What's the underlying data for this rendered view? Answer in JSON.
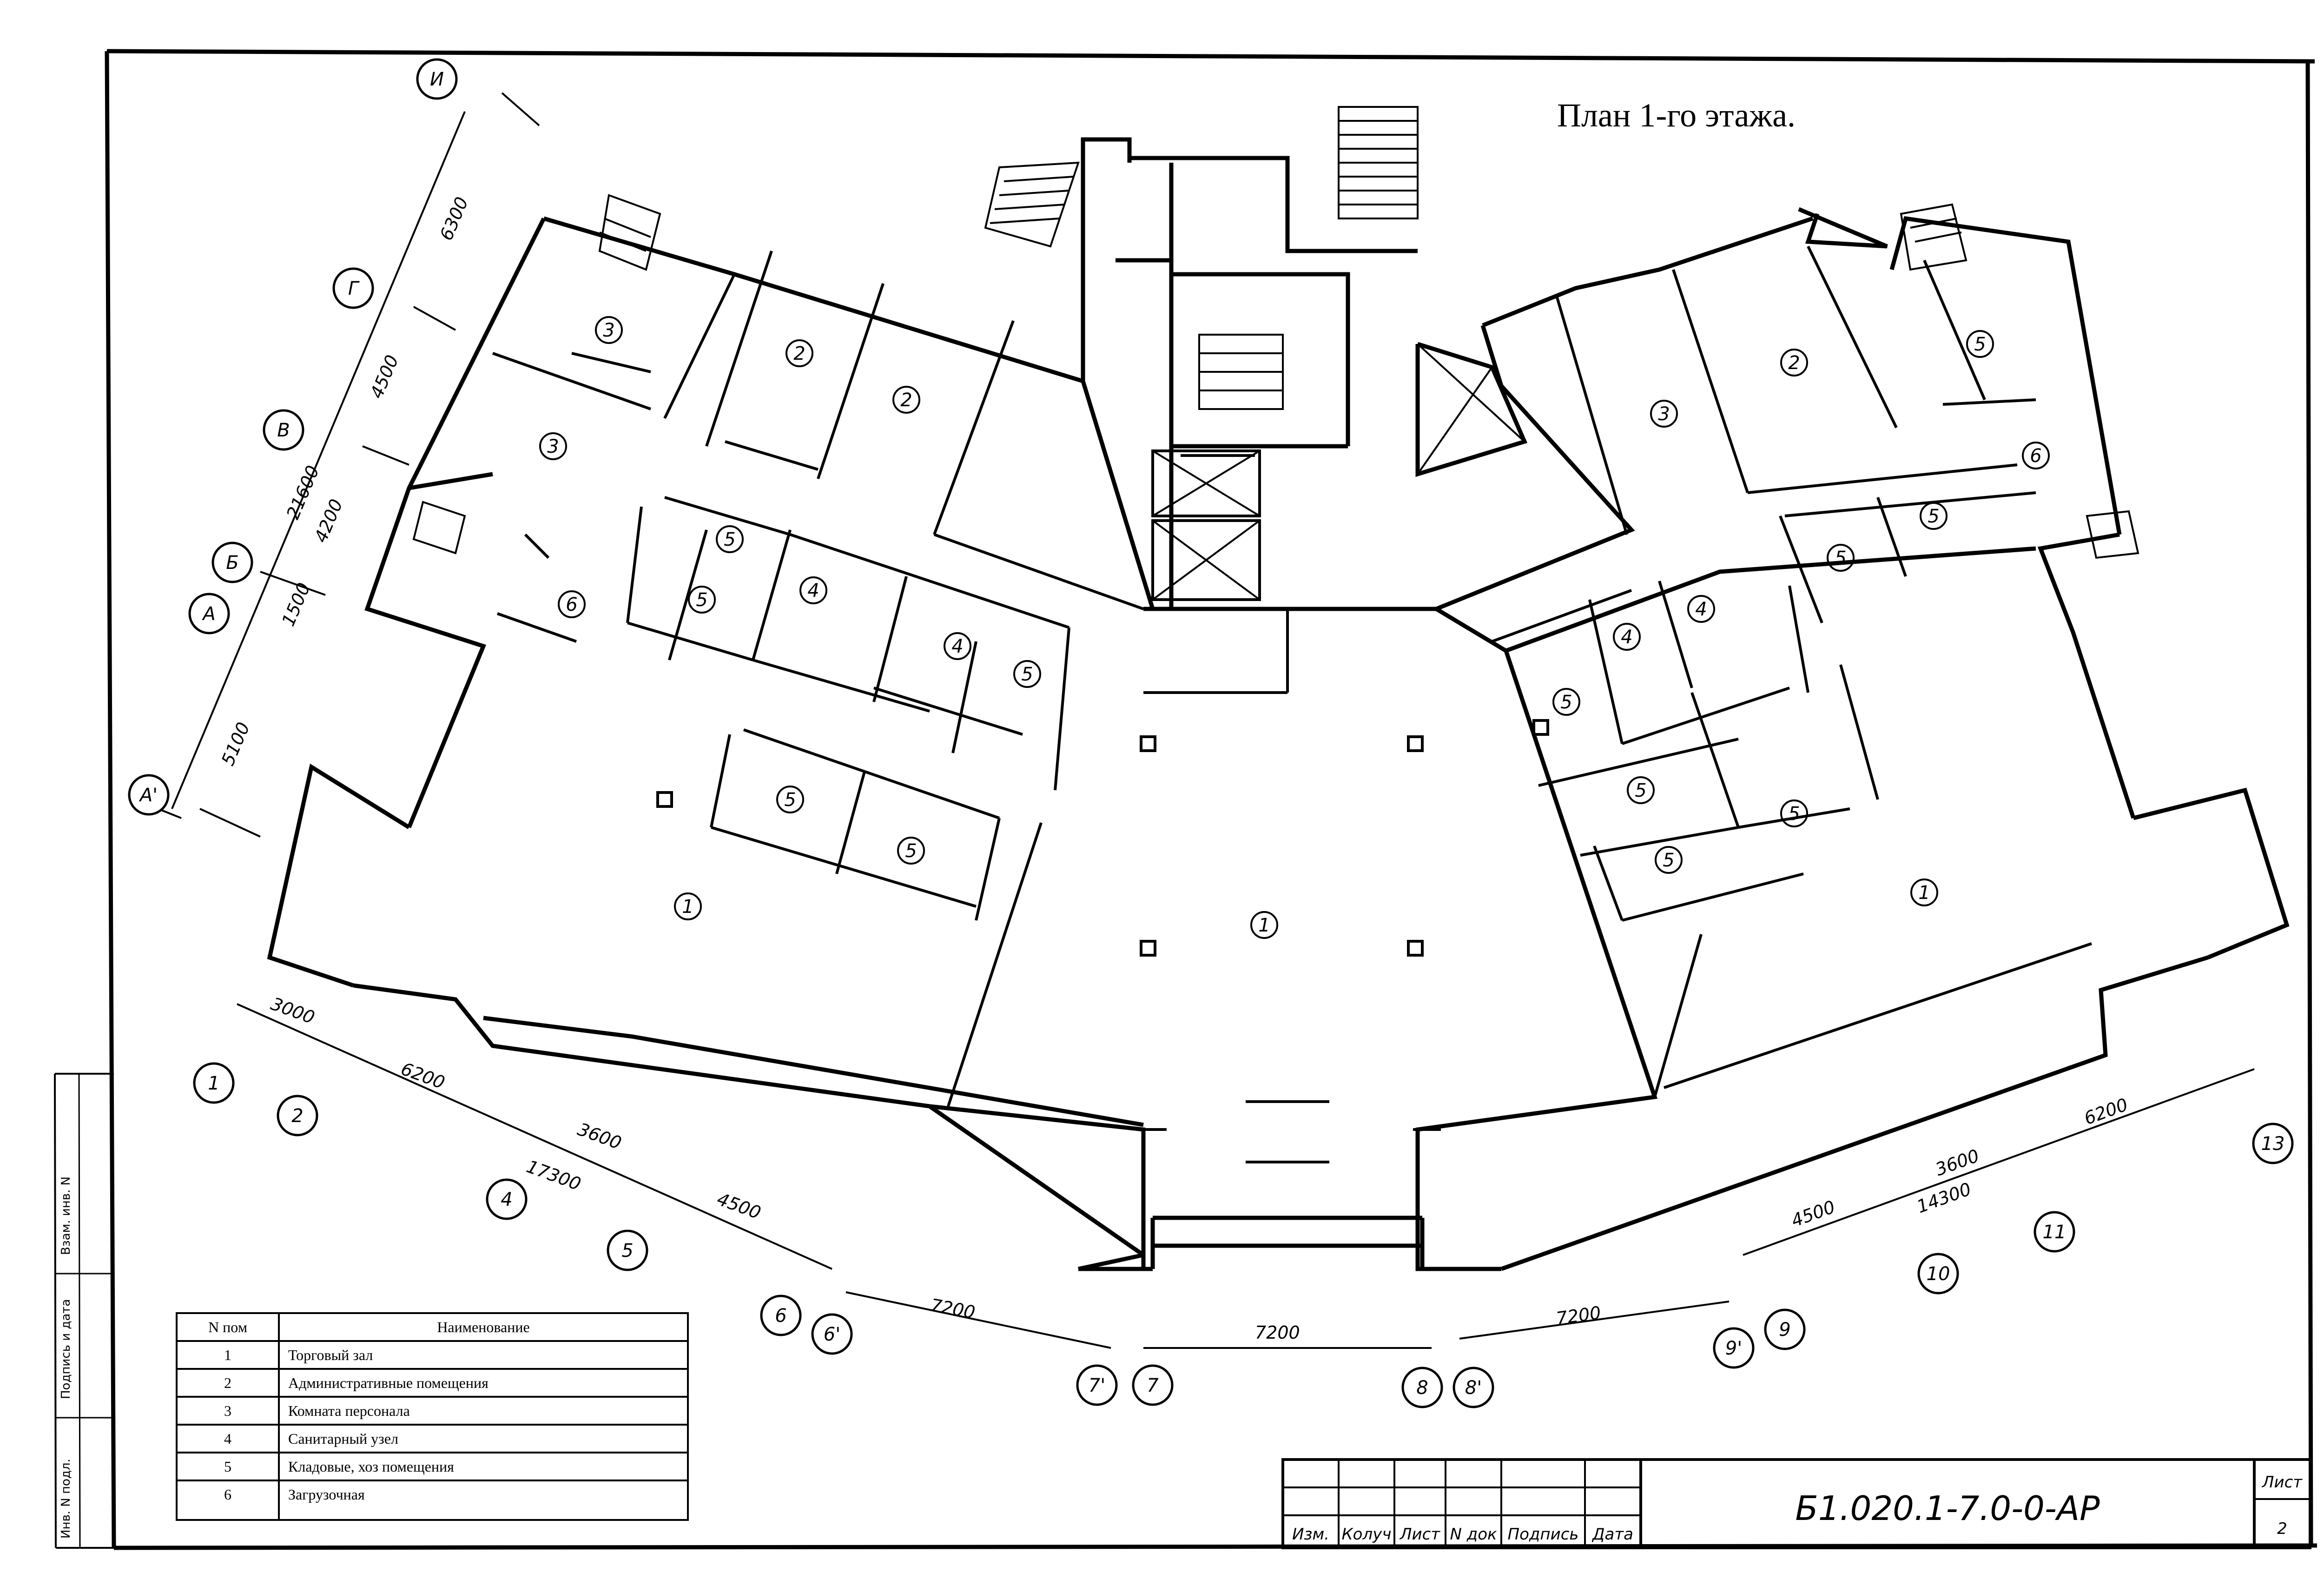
{
  "sheet": {
    "title": "План 1-го этажа.",
    "sheet_label": "Лист",
    "sheet_number": "2",
    "document_code": "Б1.020.1-7.0-0-АР",
    "stamp_headers": [
      "Изм.",
      "Колуч",
      "Лист",
      "N док",
      "Подпись",
      "Дата"
    ]
  },
  "legend": {
    "headers": [
      "N пом",
      "Наименование"
    ],
    "rows": [
      {
        "num": "1",
        "name": "Торговый зал"
      },
      {
        "num": "2",
        "name": "Административные помещения"
      },
      {
        "num": "3",
        "name": "Комната персонала"
      },
      {
        "num": "4",
        "name": "Санитарный узел"
      },
      {
        "num": "5",
        "name": "Кладовые, хоз помещения"
      },
      {
        "num": "6",
        "name": "Загрузочная"
      }
    ]
  },
  "axes_left": [
    {
      "label": "И"
    },
    {
      "label": "Г"
    },
    {
      "label": "В"
    },
    {
      "label": "Б"
    },
    {
      "label": "А"
    },
    {
      "label": "А'"
    }
  ],
  "dims_left": [
    {
      "text": "6300"
    },
    {
      "text": "4500"
    },
    {
      "text": "4200"
    },
    {
      "text": "21600"
    },
    {
      "text": "1500"
    },
    {
      "text": "5100"
    }
  ],
  "axes_bottom": [
    {
      "label": "1"
    },
    {
      "label": "2"
    },
    {
      "label": "4"
    },
    {
      "label": "5"
    },
    {
      "label": "6"
    },
    {
      "label": "6'"
    },
    {
      "label": "7'"
    },
    {
      "label": "7"
    },
    {
      "label": "8"
    },
    {
      "label": "8'"
    },
    {
      "label": "9'"
    },
    {
      "label": "9"
    },
    {
      "label": "10"
    },
    {
      "label": "11"
    },
    {
      "label": "13"
    }
  ],
  "dims_bottom": [
    {
      "text": "3000"
    },
    {
      "text": "6200"
    },
    {
      "text": "3600"
    },
    {
      "text": "17300"
    },
    {
      "text": "4500"
    },
    {
      "text": "7200"
    },
    {
      "text": "7200"
    },
    {
      "text": "7200"
    },
    {
      "text": "4500"
    },
    {
      "text": "3600"
    },
    {
      "text": "14300"
    },
    {
      "text": "6200"
    }
  ],
  "room_labels": [
    {
      "n": "3"
    },
    {
      "n": "2"
    },
    {
      "n": "2"
    },
    {
      "n": "3"
    },
    {
      "n": "5"
    },
    {
      "n": "5"
    },
    {
      "n": "6"
    },
    {
      "n": "4"
    },
    {
      "n": "4"
    },
    {
      "n": "5"
    },
    {
      "n": "5"
    },
    {
      "n": "5"
    },
    {
      "n": "1"
    },
    {
      "n": "1"
    },
    {
      "n": "3"
    },
    {
      "n": "2"
    },
    {
      "n": "5"
    },
    {
      "n": "6"
    },
    {
      "n": "5"
    },
    {
      "n": "5"
    },
    {
      "n": "4"
    },
    {
      "n": "4"
    },
    {
      "n": "5"
    },
    {
      "n": "5"
    },
    {
      "n": "5"
    },
    {
      "n": "5"
    },
    {
      "n": "1"
    }
  ],
  "margin_notes": [
    "Инв. N подл.",
    "Подпись и дата",
    "Взам. инв. N"
  ]
}
